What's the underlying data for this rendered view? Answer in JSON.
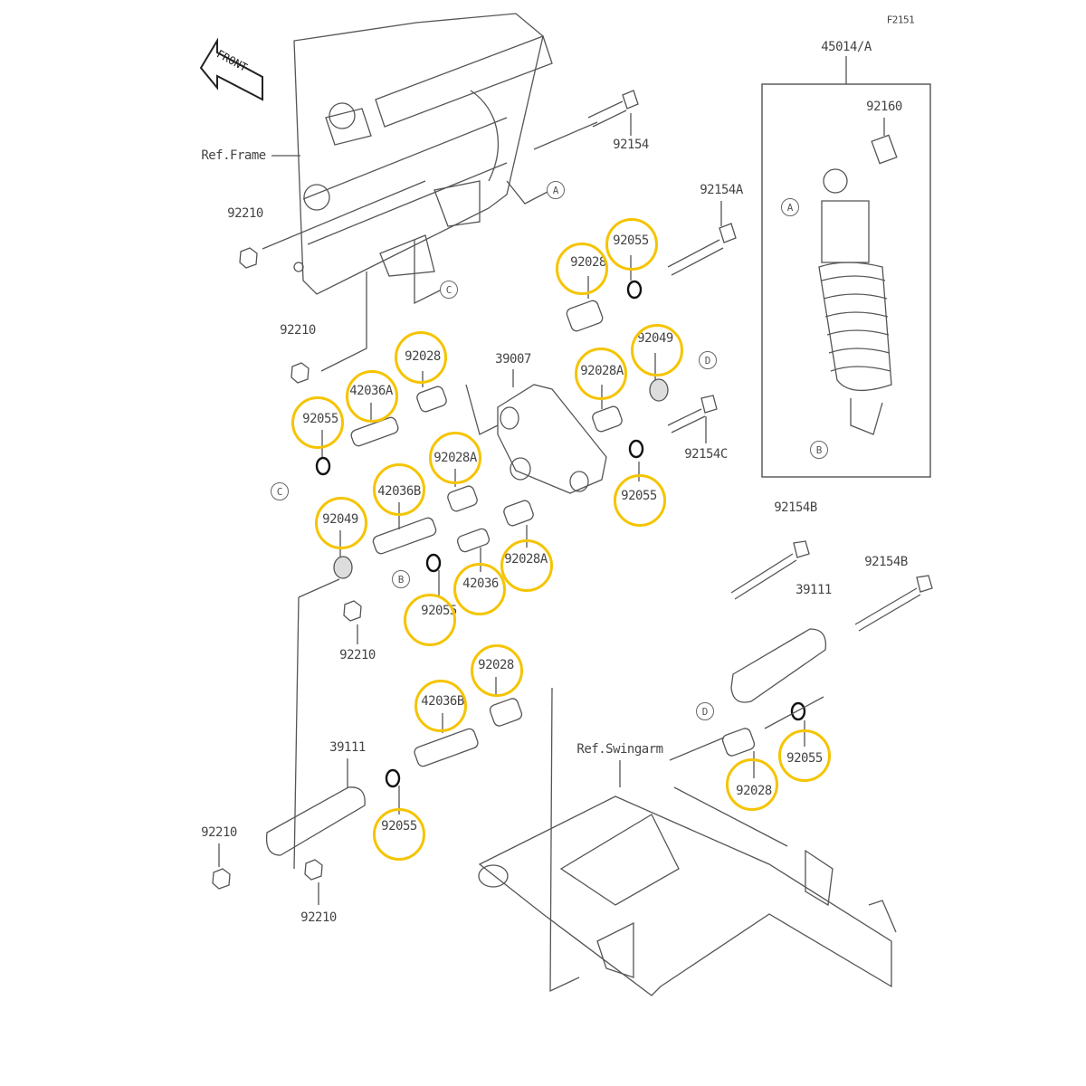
{
  "diagram_code": "F2151",
  "front_label": "FRONT",
  "highlight_color": "#F5C400",
  "labels": [
    {
      "text": "45014/A",
      "circled": false
    },
    {
      "text": "92160",
      "circled": false
    },
    {
      "text": "92154",
      "circled": false
    },
    {
      "text": "92154A",
      "circled": false
    },
    {
      "text": "Ref.Frame",
      "circled": false
    },
    {
      "text": "92210",
      "circled": false
    },
    {
      "text": "92210",
      "circled": false
    },
    {
      "text": "92028",
      "circled": true
    },
    {
      "text": "92055",
      "circled": true
    },
    {
      "text": "39007",
      "circled": false
    },
    {
      "text": "92028",
      "circled": true
    },
    {
      "text": "42036A",
      "circled": true
    },
    {
      "text": "92055",
      "circled": true
    },
    {
      "text": "92028A",
      "circled": true
    },
    {
      "text": "92049",
      "circled": true
    },
    {
      "text": "92154C",
      "circled": false
    },
    {
      "text": "92055",
      "circled": true
    },
    {
      "text": "92028A",
      "circled": true
    },
    {
      "text": "42036B",
      "circled": true
    },
    {
      "text": "92049",
      "circled": true
    },
    {
      "text": "92028A",
      "circled": true
    },
    {
      "text": "42036",
      "circled": true
    },
    {
      "text": "92055",
      "circled": true
    },
    {
      "text": "92210",
      "circled": false
    },
    {
      "text": "92154B",
      "circled": false
    },
    {
      "text": "92154B",
      "circled": false
    },
    {
      "text": "39111",
      "circled": false
    },
    {
      "text": "92028",
      "circled": true
    },
    {
      "text": "42036B",
      "circled": true
    },
    {
      "text": "Ref.Swingarm",
      "circled": false
    },
    {
      "text": "39111",
      "circled": false
    },
    {
      "text": "92055",
      "circled": true
    },
    {
      "text": "92210",
      "circled": false
    },
    {
      "text": "92210",
      "circled": false
    },
    {
      "text": "92055",
      "circled": true
    },
    {
      "text": "92028",
      "circled": true
    }
  ],
  "refs": [
    "A",
    "A",
    "B",
    "C",
    "C",
    "D",
    "D",
    "B"
  ]
}
